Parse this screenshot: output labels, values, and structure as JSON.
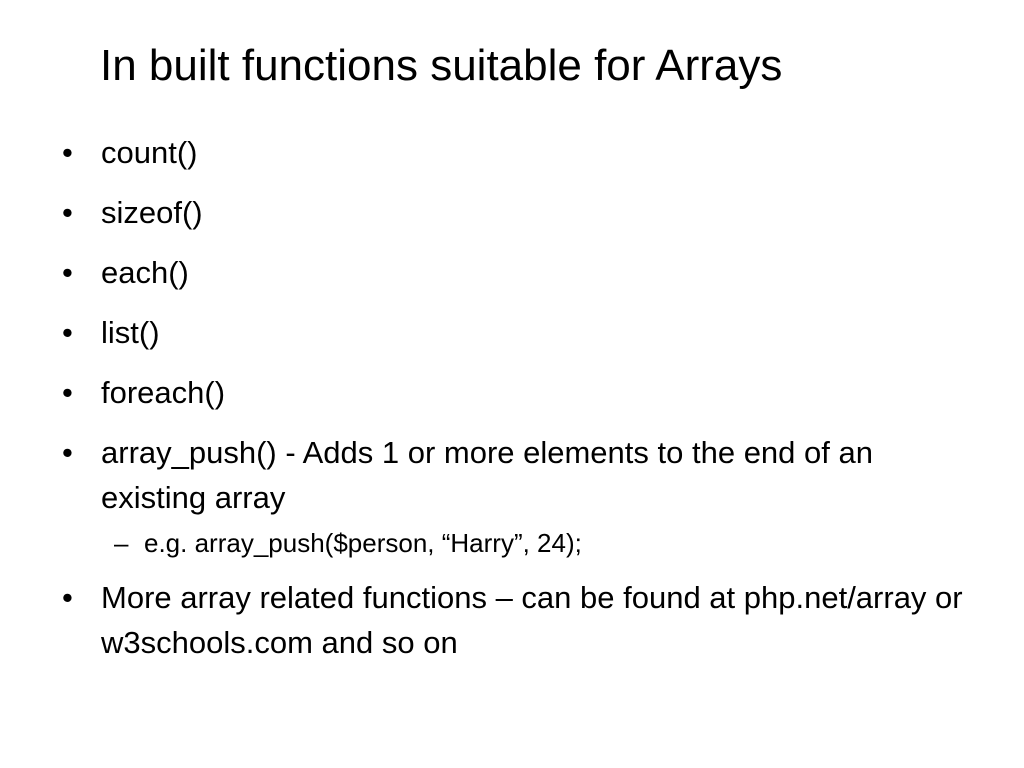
{
  "slide": {
    "title": "In built functions suitable for Arrays",
    "bullet_glyph": "•",
    "sub_bullet_glyph": "–",
    "bullets": [
      "count()",
      "sizeof()",
      "each()",
      "list()",
      "foreach()",
      "array_push()  - Adds 1 or more elements to the end of an existing array",
      "More array related functions – can be found at php.net/array or w3schools.com and so on"
    ],
    "sub_bullets": [
      "e.g. array_push($person, “Harry”, 24);"
    ]
  }
}
